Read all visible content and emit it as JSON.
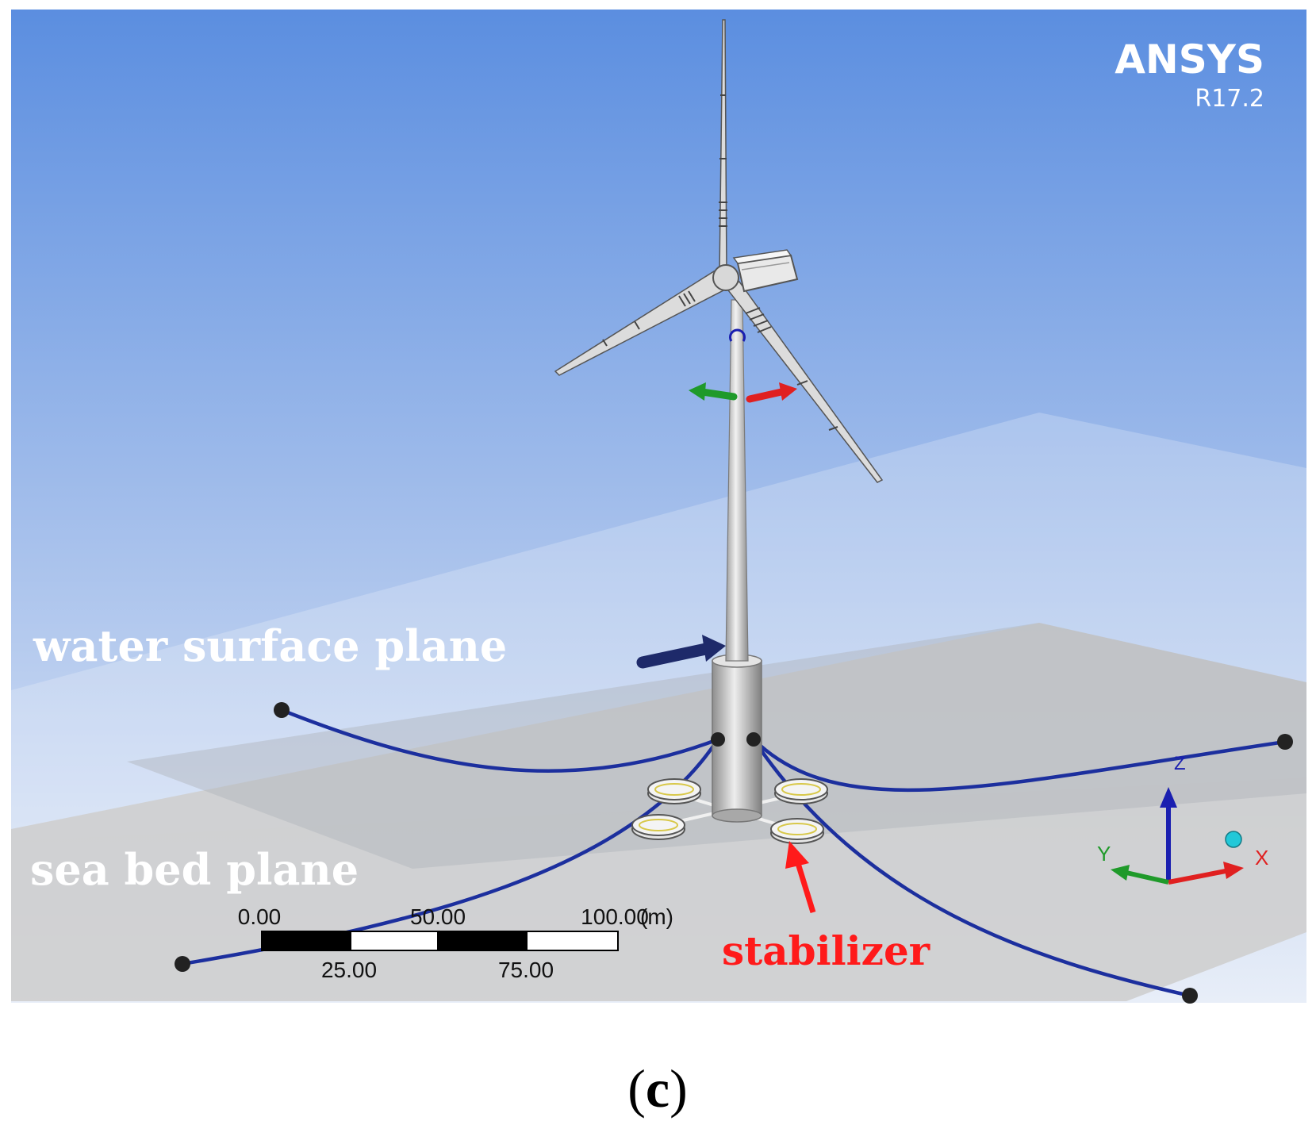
{
  "brand": {
    "name": "ANSYS",
    "version": "R17.2"
  },
  "labels": {
    "water_surface": "water surface plane",
    "sea_bed": "sea bed plane",
    "stabilizer": "stabilizer"
  },
  "scale_bar": {
    "unit_label": "(m)",
    "top_ticks": [
      "0.00",
      "50.00",
      "100.00"
    ],
    "bottom_ticks": [
      "25.00",
      "75.00"
    ]
  },
  "triad": {
    "x": "X",
    "y": "Y",
    "z": "Z"
  },
  "caption": {
    "open": "(",
    "letter": "c",
    "close": ")"
  },
  "colors": {
    "sky_top": "#5b8ee0",
    "sky_bottom": "#d4e0f3",
    "mooring_line": "#1c2f9e",
    "annotation_red": "#ff1a1a",
    "axis_x": "#e02020",
    "axis_y": "#1f9a2a",
    "axis_z": "#1a1fb0"
  }
}
